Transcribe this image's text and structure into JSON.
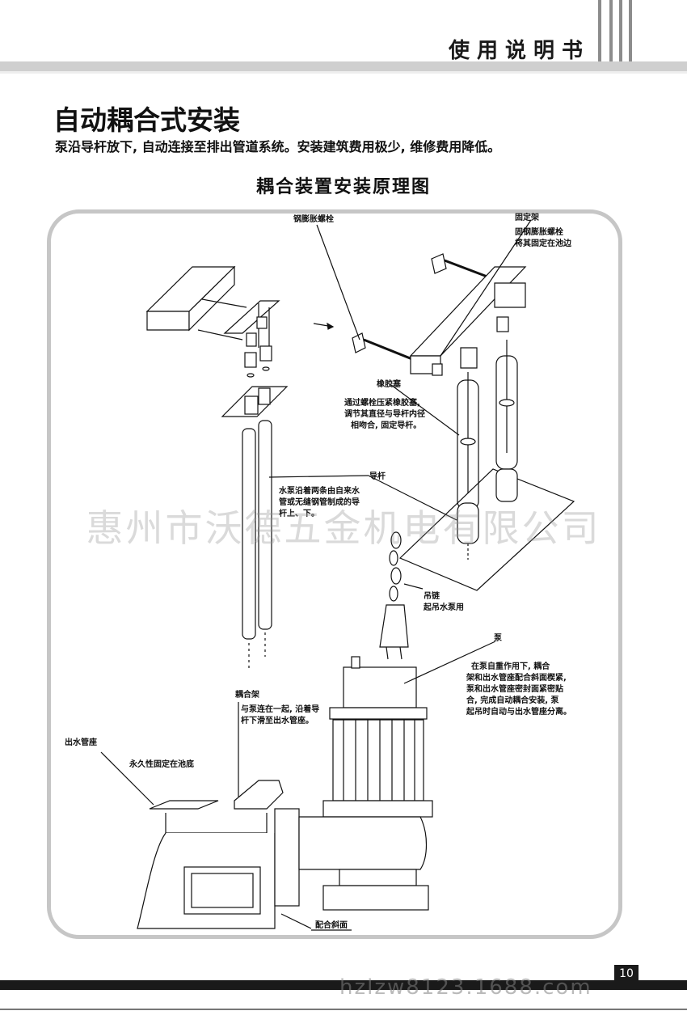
{
  "header": {
    "manual_title": "使用说明书"
  },
  "section": {
    "title": "自动耦合式安装",
    "subtitle": "泵沿导杆放下, 自动连接至排出管道系统。安装建筑费用极少, 维修费用降低。"
  },
  "diagram": {
    "title": "耦合装置安装原理图",
    "labels": {
      "bolt": "钢膨胀螺栓",
      "bracket": "固定架",
      "bracket_note_1": "固钢膨胀螺栓",
      "bracket_note_2": "将其固定在池边",
      "rubber_plug": "橡胶塞",
      "rubber_note_1": "通过螺栓压紧橡胶塞,",
      "rubber_note_2": "调节其直径与导杆内径",
      "rubber_note_3": "相吻合, 固定导杆。",
      "guide_rod": "导杆",
      "guide_note_1": "水泵沿着两条由自来水",
      "guide_note_2": "管或无缝钢管制成的导",
      "guide_note_3": "杆上、下。",
      "chain": "吊链",
      "chain_note": "起吊水泵用",
      "pump": "泵",
      "pump_note_1": "在泵自重作用下, 耦合",
      "pump_note_2": "架和出水管座配合斜面楔紧,",
      "pump_note_3": "泵和出水管座密封面紧密贴",
      "pump_note_4": "合, 完成自动耦合安装, 泵",
      "pump_note_5": "起吊时自动与出水管座分离。",
      "coupling": "耦合架",
      "coupling_note_1": "与泵连在一起, 沿着导",
      "coupling_note_2": "杆下滑至出水管座。",
      "outlet_seat": "出水管座",
      "outlet_note": "永久性固定在池底",
      "slope": "配合斜面"
    }
  },
  "watermark": "惠州市沃德五金机电有限公司",
  "footer": {
    "page_number": "10",
    "watermark": "hzlzw8123.1688.com"
  }
}
